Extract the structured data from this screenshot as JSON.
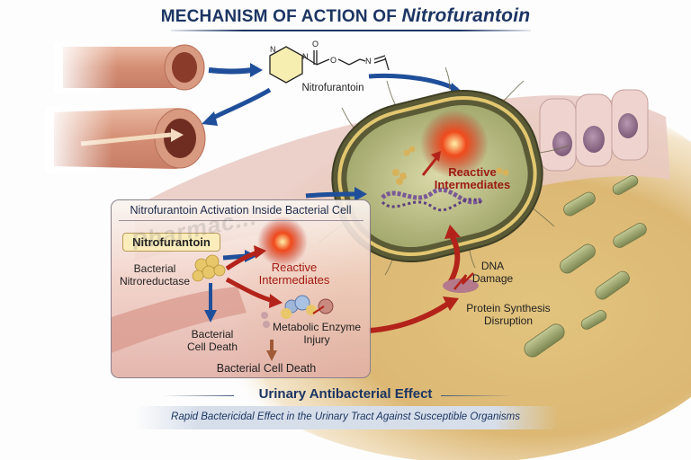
{
  "header": {
    "title_prefix": "MECHANISM OF ACTION OF",
    "title_drug": "Nitrofurantoin"
  },
  "structure": {
    "label": "Nitrofurantoin",
    "atoms": [
      "N",
      "N",
      "O",
      "O",
      "N",
      "N"
    ]
  },
  "bacterium": {
    "label_line1": "Reactive",
    "label_line2": "Intermediates"
  },
  "damage": {
    "dna_line1": "DNA",
    "dna_line2": "Damage",
    "protein_line1": "Protein Synthesis",
    "protein_line2": "Disruption"
  },
  "inset": {
    "title": "Nitrofurantoin Activation Inside Bacterial Cell",
    "drug_pill": "Nitrofurantoin",
    "enzyme_line1": "Bacterial",
    "enzyme_line2": "Nitroreductase",
    "reactive_line1": "Reactive",
    "reactive_line2": "Intermediates",
    "death_line1": "Bacterial",
    "death_line2": "Cell Death",
    "metabolic_line1": "Metabolic Enzyme",
    "metabolic_line2": "Injury",
    "final_death": "Bacterial Cell Death",
    "watermark": "Pharmac..."
  },
  "footer": {
    "title": "Urinary Antibacterial Effect",
    "subtitle": "Rapid Bactericidal Effect in the Urinary Tract Against Susceptible Organisms"
  },
  "colors": {
    "title_navy": "#1c3563",
    "arrow_blue": "#1f4f9a",
    "arrow_red": "#b3231a",
    "label_red": "#9b1a12",
    "pill_fill": "#fbedbb",
    "tissue_yellow": "#d9b872",
    "bacteria_green": "#8f9a62"
  }
}
